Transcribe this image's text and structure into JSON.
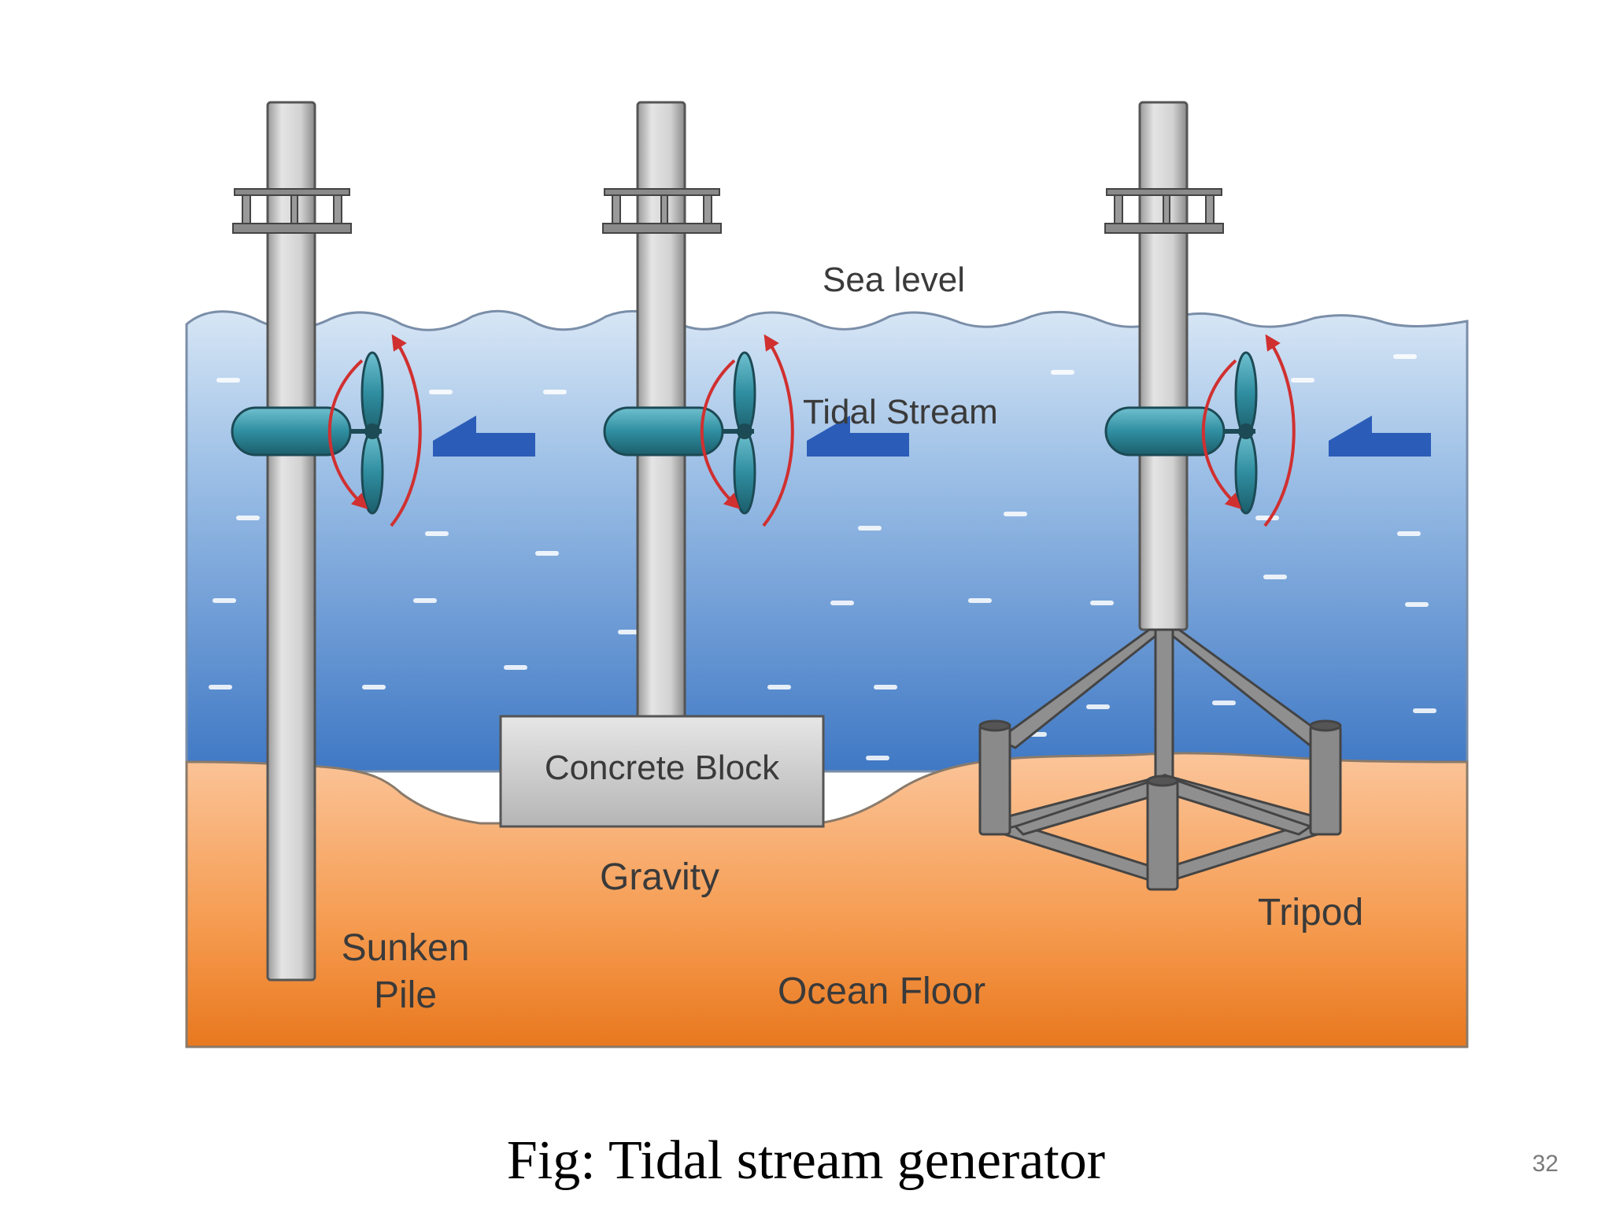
{
  "labels": {
    "sea_level": "Sea level",
    "tidal_stream": "Tidal Stream",
    "concrete_block": "Concrete Block",
    "gravity": "Gravity",
    "tripod": "Tripod",
    "sunken_pile_line1": "Sunken",
    "sunken_pile_line2": "Pile",
    "ocean_floor": "Ocean Floor"
  },
  "caption": "Fig: Tidal stream generator",
  "slide_number": "32",
  "colors": {
    "water_top": "#d7e6f5",
    "water_bottom": "#3f78c4",
    "seabed_top": "#fbb98a",
    "seabed_bottom": "#e8781e",
    "pile": "#cfcfcf",
    "turbine": "#2f8ea0",
    "flow_arrow": "#2b5db8",
    "rotation_arrow": "#d03030"
  },
  "icons": [
    "turbine-icon",
    "flow-arrow-icon",
    "rotation-arrow-icon"
  ]
}
